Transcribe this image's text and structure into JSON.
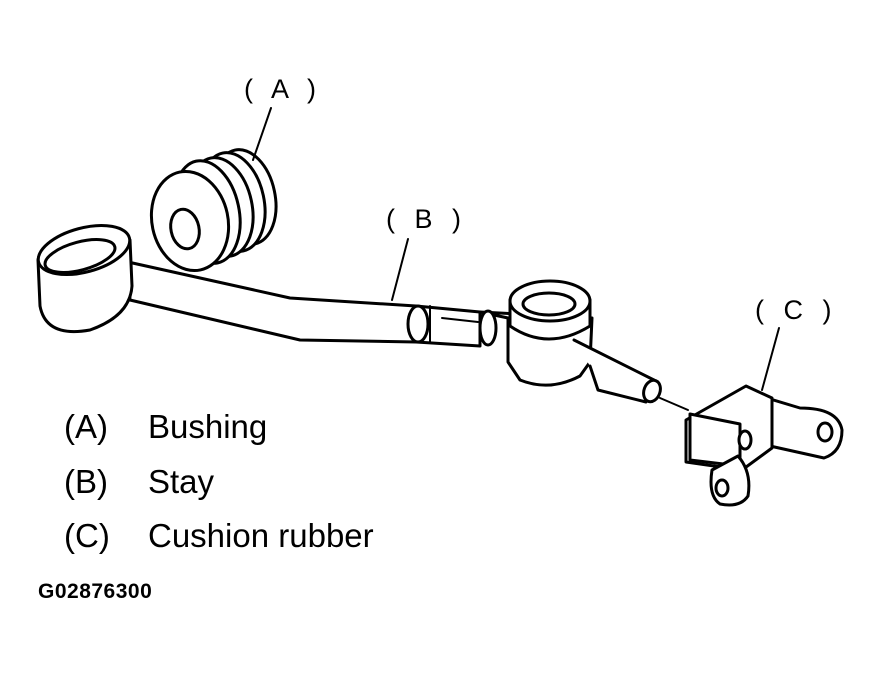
{
  "callouts": {
    "a": "( A )",
    "b": "( B )",
    "c": "( C )"
  },
  "legend": [
    {
      "key": "(A)",
      "label": "Bushing"
    },
    {
      "key": "(B)",
      "label": "Stay"
    },
    {
      "key": "(C)",
      "label": "Cushion rubber"
    }
  ],
  "figure_id": "G02876300"
}
